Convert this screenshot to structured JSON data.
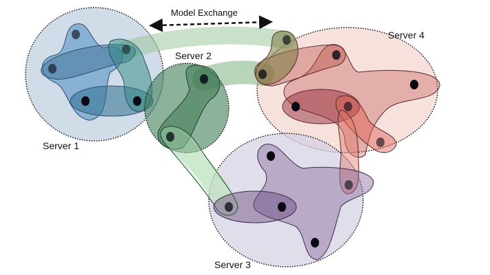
{
  "title": "Model Exchange",
  "servers": [
    {
      "label": "Server 1",
      "color": "#a9c1d6"
    },
    {
      "label": "Server 2",
      "color": "#3f7f5a"
    },
    {
      "label": "Server 3",
      "color": "#c8c4dc"
    },
    {
      "label": "Server 4",
      "color": "#f0c8c0"
    }
  ],
  "colors": {
    "blue": "#3f86bf",
    "green": "#4f9a65",
    "lightgreen": "#a8d3a8",
    "red": "#c0504d",
    "purple": "#8a6a9c",
    "node": "#0a0a14"
  }
}
